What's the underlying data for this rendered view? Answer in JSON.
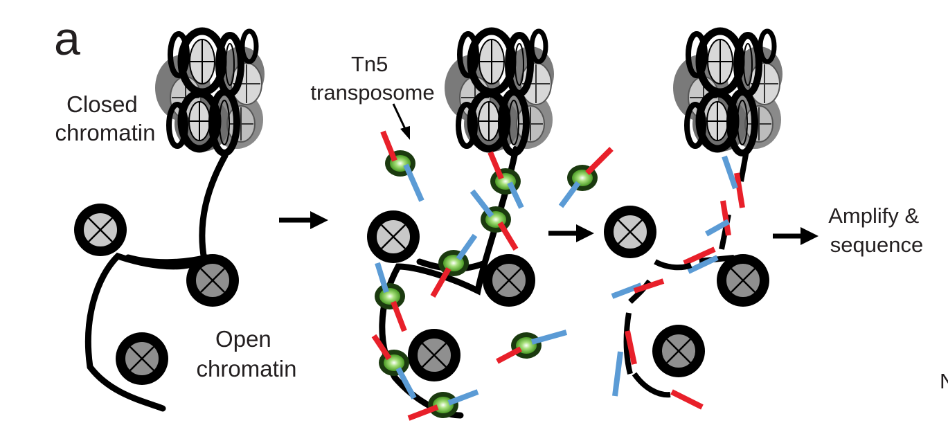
{
  "figure": {
    "panel_letter": "a",
    "labels": {
      "closed_chromatin": [
        "Closed",
        "chromatin"
      ],
      "open_chromatin": [
        "Open",
        "chromatin"
      ],
      "tn5_transposome": [
        "Tn5",
        "transposome"
      ],
      "amplify_sequence": [
        "Amplify &",
        "sequence"
      ],
      "cut_off_letter": "N"
    },
    "colors": {
      "dna": "#000000",
      "histone_light": "#c8c8c8",
      "histone_dark": "#8f8f8f",
      "cluster_gray": "#7a7a7a",
      "tn5_core": "#8dd35f",
      "tn5_ring": "#1b3a0f",
      "adapter_red": "#e8202a",
      "adapter_blue": "#5b9bd5",
      "text": "#231f20"
    }
  }
}
